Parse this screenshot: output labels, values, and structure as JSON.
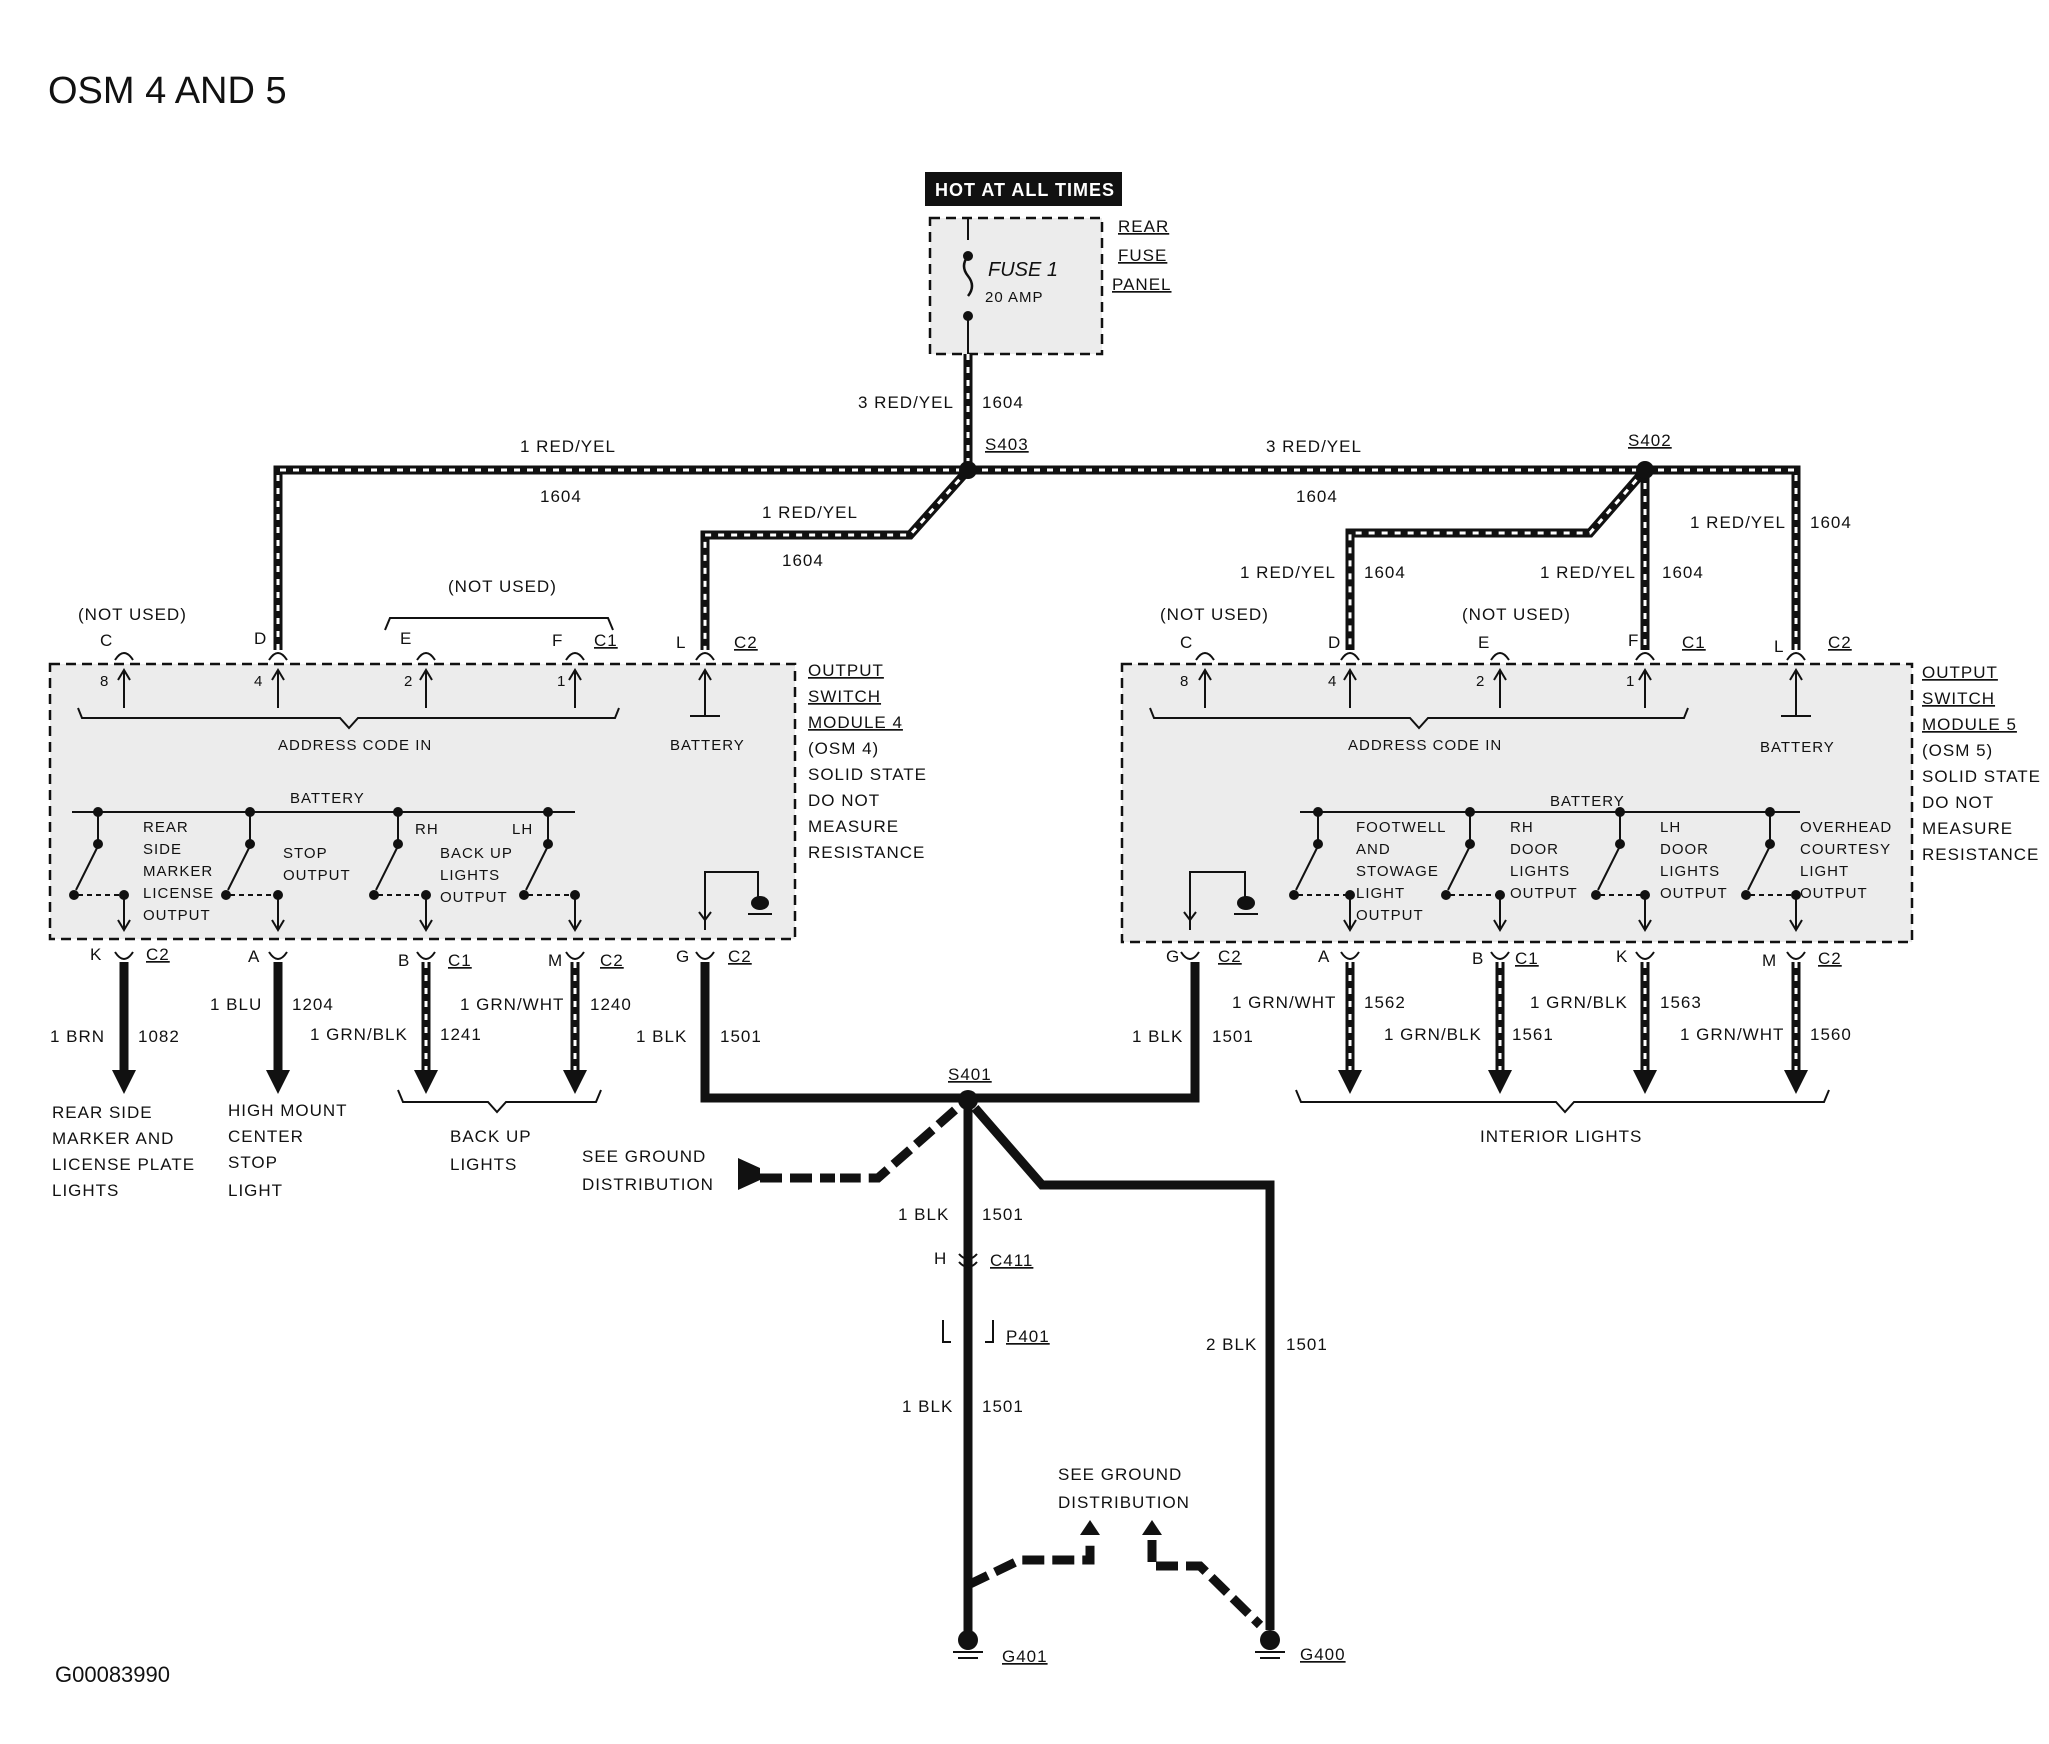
{
  "title": "OSM 4 AND 5",
  "figure_id": "G00083990",
  "fuse_panel": {
    "banner": "HOT AT ALL TIMES",
    "fuse_name": "FUSE 1",
    "fuse_rating": "20 AMP",
    "panel_label": [
      "REAR",
      "FUSE",
      "PANEL"
    ]
  },
  "splices": {
    "s403": "S403",
    "s402": "S402",
    "s401": "S401"
  },
  "wires": {
    "feed_color": "3 RED/YEL",
    "feed_circuit": "1604",
    "left_color": "1 RED/YEL",
    "left_circuit": "1604",
    "osm4_l_color": "1 RED/YEL",
    "osm4_l_circuit": "1604",
    "right_color": "3 RED/YEL",
    "right_circuit": "1604",
    "osm5_d_color": "1 RED/YEL",
    "osm5_d_circuit": "1604",
    "osm5_f_color": "1 RED/YEL",
    "osm5_f_circuit": "1604",
    "osm5_l_color": "1 RED/YEL",
    "osm5_l_circuit": "1604"
  },
  "osm4": {
    "label": [
      "OUTPUT",
      "SWITCH",
      "MODULE 4",
      "(OSM 4)",
      "SOLID STATE",
      "DO NOT",
      "MEASURE",
      "RESISTANCE"
    ],
    "not_used_left": "(NOT USED)",
    "not_used_mid": "(NOT USED)",
    "top_pins": [
      {
        "letter": "C",
        "num": "8"
      },
      {
        "letter": "D",
        "num": "4"
      },
      {
        "letter": "E",
        "num": "2"
      },
      {
        "letter": "F",
        "num": "1"
      },
      {
        "letter": "L",
        "num": ""
      }
    ],
    "c1": "C1",
    "c2_top": "C2",
    "address_code": "ADDRESS CODE IN",
    "battery_top": "BATTERY",
    "battery_bus": "BATTERY",
    "switches": [
      [
        "REAR",
        "SIDE",
        "MARKER",
        "LICENSE",
        "OUTPUT"
      ],
      [
        "STOP",
        "OUTPUT"
      ],
      [
        "RH"
      ],
      [
        "LH"
      ]
    ],
    "backup_text": [
      "BACK UP",
      "LIGHTS",
      "OUTPUT"
    ],
    "bottom_pins": [
      {
        "letter": "K",
        "conn": "C2",
        "color": "1 BRN",
        "circuit": "1082"
      },
      {
        "letter": "A",
        "conn": "",
        "color": "1 BLU",
        "circuit": "1204"
      },
      {
        "letter": "B",
        "conn": "C1",
        "color": "1 GRN/BLK",
        "circuit": "1241"
      },
      {
        "letter": "M",
        "conn": "C2",
        "color": "1 GRN/WHT",
        "circuit": "1240"
      },
      {
        "letter": "G",
        "conn": "C2",
        "color": "1 BLK",
        "circuit": "1501"
      }
    ],
    "loads": {
      "rear_side": [
        "REAR SIDE",
        "MARKER AND",
        "LICENSE PLATE",
        "LIGHTS"
      ],
      "high_mount": [
        "HIGH MOUNT",
        "CENTER",
        "STOP",
        "LIGHT"
      ],
      "backup": [
        "BACK UP",
        "LIGHTS"
      ]
    }
  },
  "osm5": {
    "label": [
      "OUTPUT",
      "SWITCH",
      "MODULE 5",
      "(OSM 5)",
      "SOLID STATE",
      "DO NOT",
      "MEASURE",
      "RESISTANCE"
    ],
    "not_used_left": "(NOT USED)",
    "not_used_mid": "(NOT USED)",
    "top_pins": [
      {
        "letter": "C",
        "num": "8"
      },
      {
        "letter": "D",
        "num": "4"
      },
      {
        "letter": "E",
        "num": "2"
      },
      {
        "letter": "F",
        "num": "1"
      },
      {
        "letter": "L",
        "num": ""
      }
    ],
    "c1": "C1",
    "c2_top": "C2",
    "address_code": "ADDRESS CODE IN",
    "battery_top": "BATTERY",
    "battery_bus": "BATTERY",
    "switches": [
      [
        "FOOTWELL",
        "AND",
        "STOWAGE",
        "LIGHT",
        "OUTPUT"
      ],
      [
        "RH",
        "DOOR",
        "LIGHTS",
        "OUTPUT"
      ],
      [
        "LH",
        "DOOR",
        "LIGHTS",
        "OUTPUT"
      ],
      [
        "OVERHEAD",
        "COURTESY",
        "LIGHT",
        "OUTPUT"
      ]
    ],
    "bottom_pins": [
      {
        "letter": "G",
        "conn": "C2",
        "color": "1 BLK",
        "circuit": "1501"
      },
      {
        "letter": "A",
        "conn": "",
        "color": "1 GRN/WHT",
        "circuit": "1562"
      },
      {
        "letter": "B",
        "conn": "C1",
        "color": "1 GRN/BLK",
        "circuit": "1561"
      },
      {
        "letter": "K",
        "conn": "",
        "color": "1 GRN/BLK",
        "circuit": "1563"
      },
      {
        "letter": "M",
        "conn": "C2",
        "color": "1 GRN/WHT",
        "circuit": "1560"
      }
    ],
    "loads": {
      "interior": "INTERIOR LIGHTS"
    }
  },
  "ground": {
    "see_ground_1": [
      "SEE GROUND",
      "DISTRIBUTION"
    ],
    "see_ground_2": [
      "SEE GROUND",
      "DISTRIBUTION"
    ],
    "down_color": "1 BLK",
    "down_circuit": "1501",
    "c411_letter": "H",
    "c411": "C411",
    "p401": "P401",
    "down2_color": "1 BLK",
    "down2_circuit": "1501",
    "right_color": "2 BLK",
    "right_circuit": "1501",
    "g401": "G401",
    "g400": "G400"
  }
}
